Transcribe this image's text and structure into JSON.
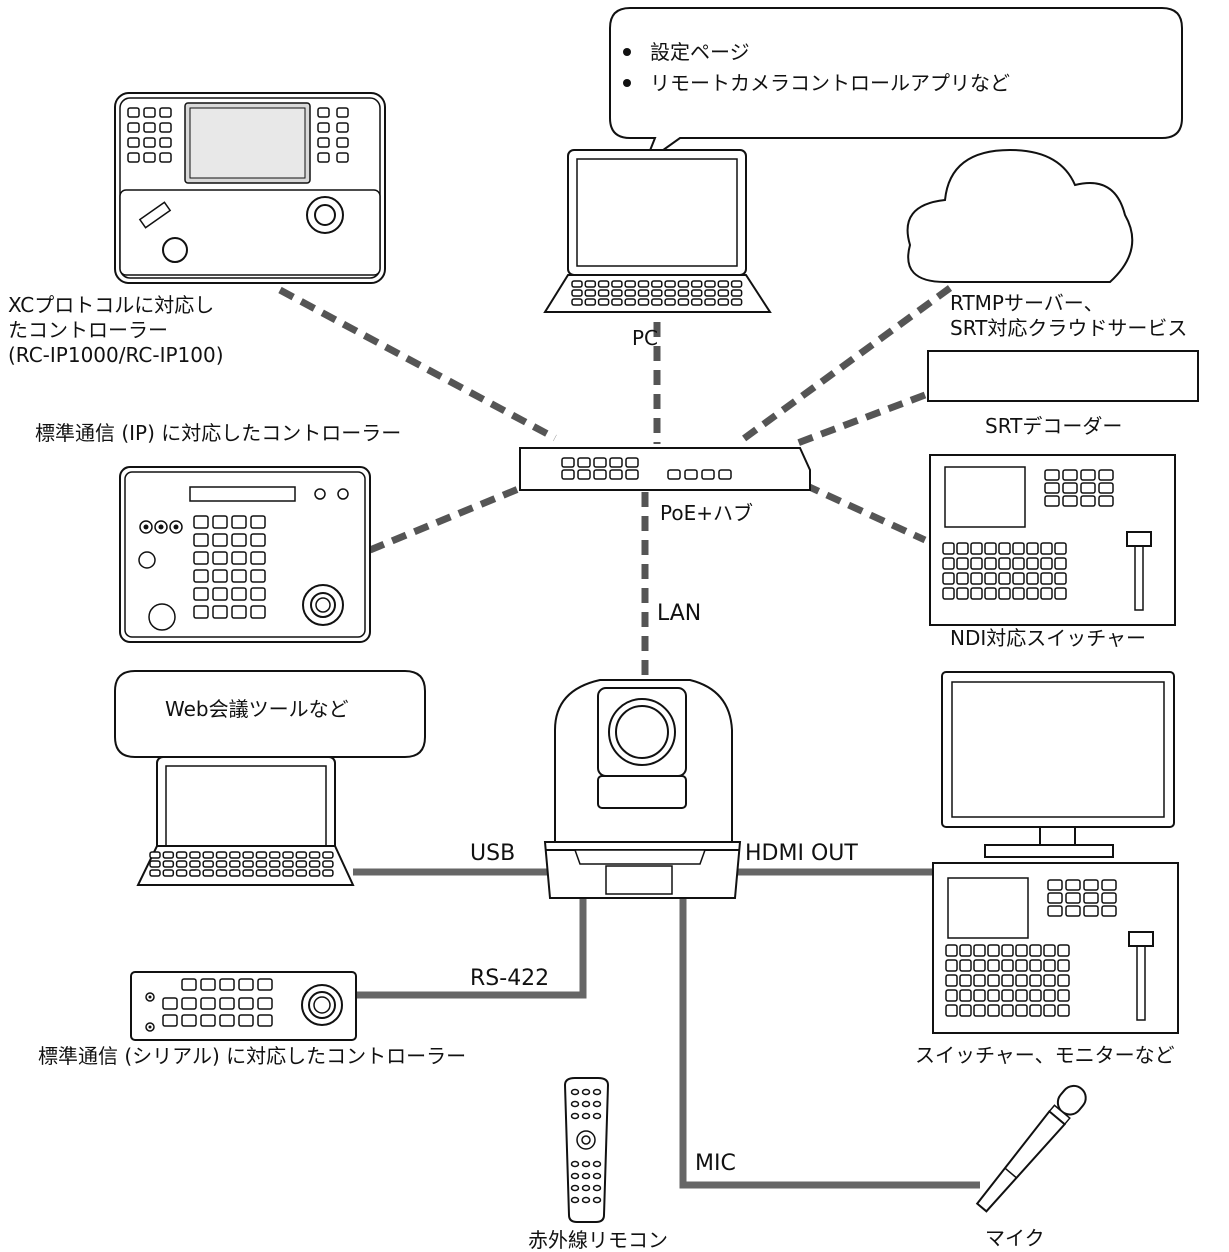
{
  "bubbles": {
    "pc_items": [
      "設定ページ",
      "リモートカメラコントロールアプリなど"
    ],
    "web_meeting": "Web会議ツールなど"
  },
  "labels": {
    "xc_controller": [
      "XCプロトコルに対応し",
      "たコントローラー",
      "(RC-IP1000/RC-IP100)"
    ],
    "ip_controller": "標準通信 (IP) に対応したコントローラー",
    "pc": "PC",
    "rtmp_server": [
      "RTMPサーバー、",
      "SRT対応クラウドサービス"
    ],
    "srt_decoder": "SRTデコーダー",
    "poe_hub": "PoE+ハブ",
    "ndi_switcher": "NDI対応スイッチャー",
    "lan": "LAN",
    "usb": "USB",
    "hdmi_out": "HDMI OUT",
    "rs422": "RS-422",
    "serial_controller": "標準通信 (シリアル) に対応したコントローラー",
    "switcher_monitor": "スイッチャー、モニターなど",
    "mic_port": "MIC",
    "ir_remote": "赤外線リモコン",
    "microphone": "マイク"
  }
}
